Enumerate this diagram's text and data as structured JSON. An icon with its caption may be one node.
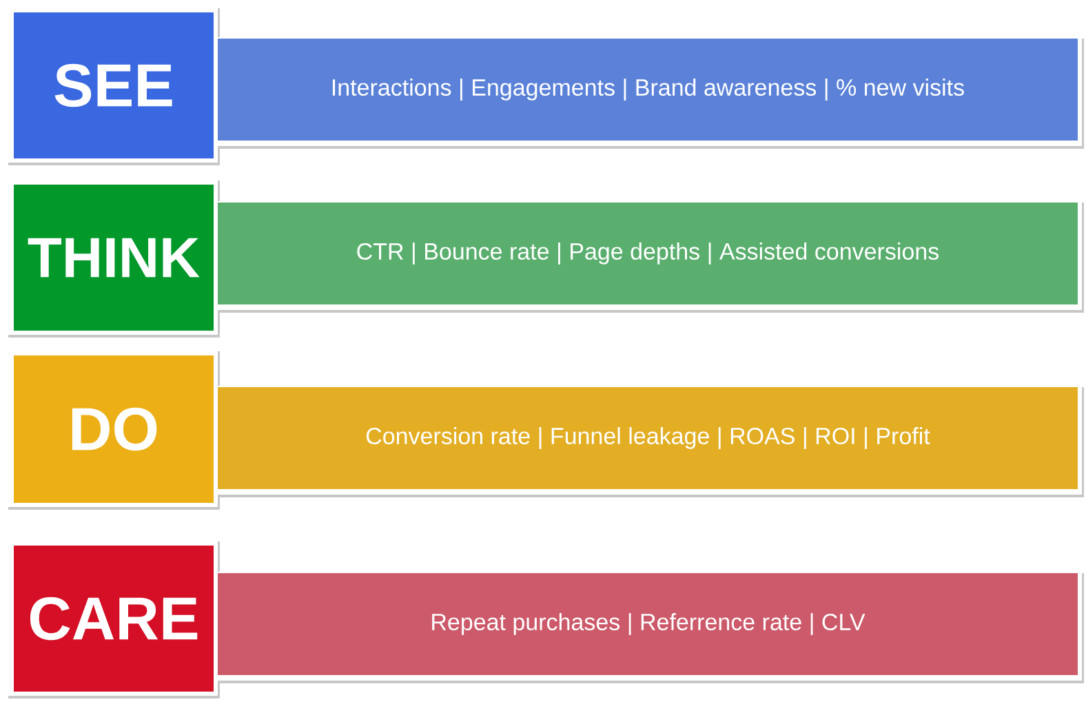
{
  "diagram": {
    "nodes": [
      {
        "text": [
          "SEE"
        ]
      },
      {
        "text": [
          "Interactions | Engagements | Brand awareness | % new visits"
        ]
      },
      {
        "text": [
          "THINK"
        ]
      },
      {
        "text": [
          "CTR | Bounce rate | Page depths | Assisted conversions"
        ]
      },
      {
        "text": [
          "DO"
        ]
      },
      {
        "text": [
          "Conversion rate | Funnel leakage | ROAS | ROI | Profit"
        ]
      },
      {
        "text": [
          "CARE"
        ]
      },
      {
        "text": [
          "Repeat purchases | Referrence rate | CLV"
        ]
      }
    ]
  }
}
